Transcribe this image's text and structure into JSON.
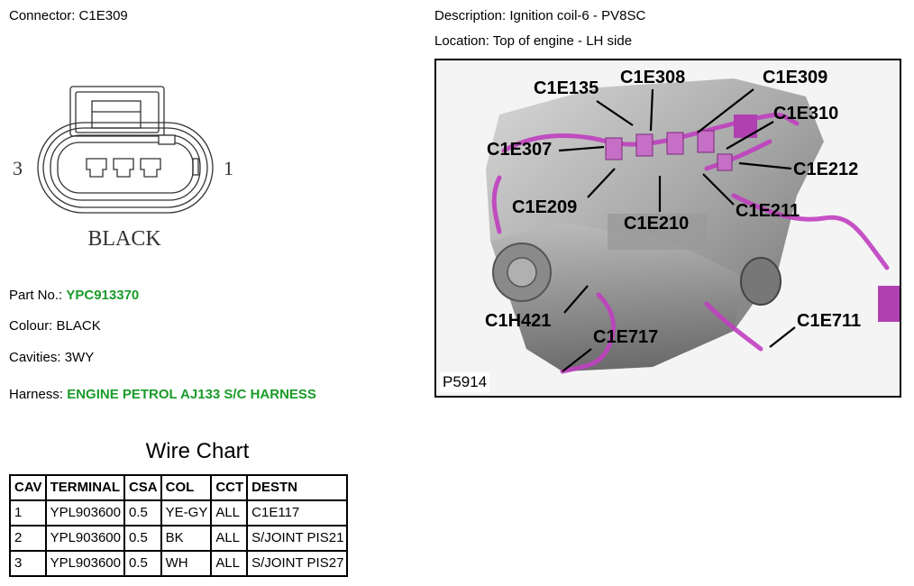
{
  "connector": {
    "label": "Connector:",
    "value": "C1E309"
  },
  "description": {
    "label": "Description:",
    "value": "Ignition coil-6 - PV8SC"
  },
  "location": {
    "label": "Location:",
    "value": "Top of engine - LH side"
  },
  "diagram": {
    "pin_left": "3",
    "pin_right": "1",
    "colour_label": "BLACK"
  },
  "part_no": {
    "label": "Part No.:",
    "value": "YPC913370"
  },
  "colour": {
    "label": "Colour:",
    "value": "BLACK"
  },
  "cavities": {
    "label": "Cavities:",
    "value": "3WY"
  },
  "harness": {
    "label": "Harness:",
    "value": "ENGINE PETROL AJ133 S/C HARNESS"
  },
  "wire_chart": {
    "title": "Wire Chart",
    "headers": [
      "CAV",
      "TERMINAL",
      "CSA",
      "COL",
      "CCT",
      "DESTN"
    ],
    "rows": [
      [
        "1",
        "YPL903600",
        "0.5",
        "YE-GY",
        "ALL",
        "C1E117"
      ],
      [
        "2",
        "YPL903600",
        "0.5",
        "BK",
        "ALL",
        "S/JOINT PIS21"
      ],
      [
        "3",
        "YPL903600",
        "0.5",
        "WH",
        "ALL",
        "S/JOINT PIS27"
      ]
    ]
  },
  "photo": {
    "reference": "P5914",
    "callouts": [
      "C1E135",
      "C1E308",
      "C1E309",
      "C1E310",
      "C1E307",
      "C1E212",
      "C1E209",
      "C1E210",
      "C1E211",
      "C1H421",
      "C1E711",
      "C1E717"
    ]
  },
  "colors": {
    "harness_green": "#1a9b2a",
    "wiring_magenta": "#c040c0"
  }
}
